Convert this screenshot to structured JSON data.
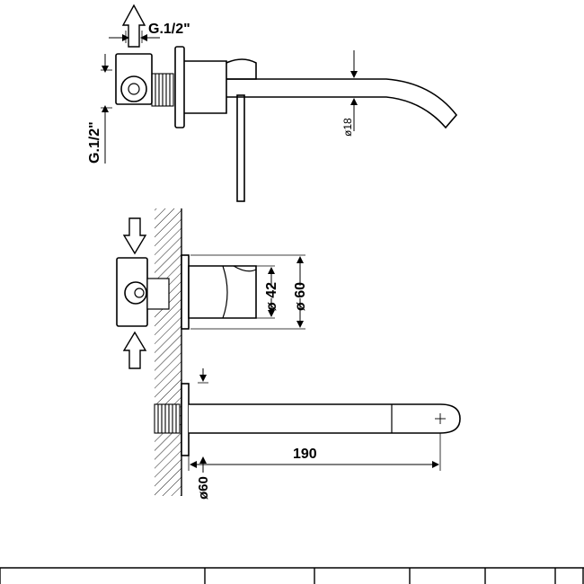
{
  "labels": {
    "inlet_thread_top": "G.1/2\"",
    "inlet_thread_side": "G.1/2\"",
    "spout_outlet_diameter": "ø18",
    "handle_diameter": "ø 42",
    "rosette_diameter": "ø 60",
    "spout_length": "190",
    "spout_rosette_diameter": "ø60"
  },
  "colors": {
    "line": "#000000",
    "background": "#ffffff",
    "arrow_fill": "#ffffff"
  }
}
